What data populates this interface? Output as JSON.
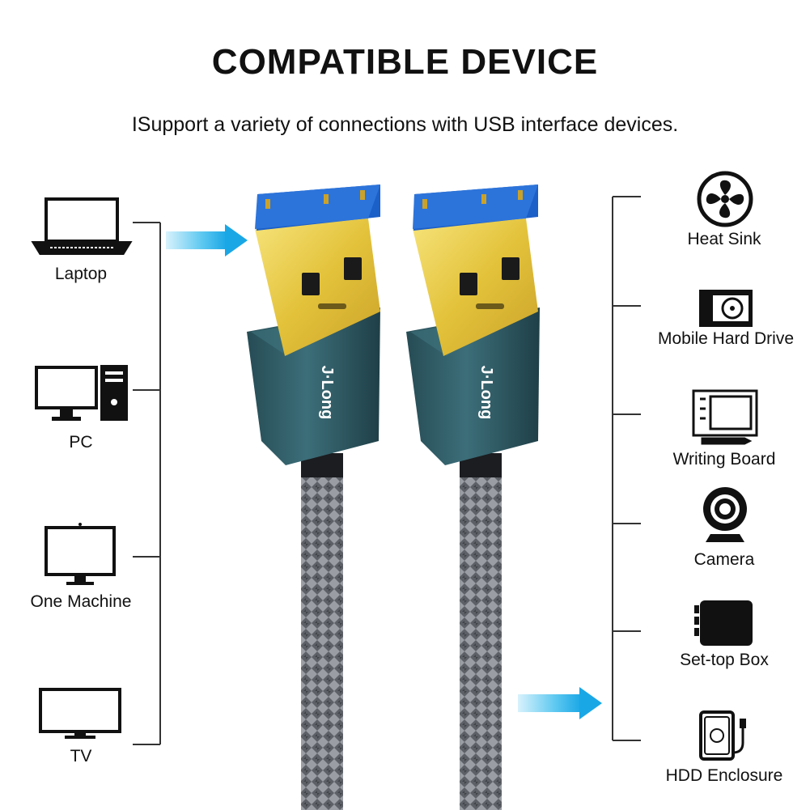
{
  "header": {
    "title": "COMPATIBLE DEVICE",
    "subtitle": "ISupport a variety of connections with USB interface devices."
  },
  "left_devices": [
    {
      "label": "Laptop",
      "icon": "laptop-icon"
    },
    {
      "label": "PC",
      "icon": "pc-icon"
    },
    {
      "label": "One Machine",
      "icon": "all-in-one-icon"
    },
    {
      "label": "TV",
      "icon": "tv-icon"
    }
  ],
  "right_devices": [
    {
      "label": "Heat Sink",
      "icon": "fan-icon"
    },
    {
      "label": "Mobile Hard Drive",
      "icon": "hard-drive-icon"
    },
    {
      "label": "Writing Board",
      "icon": "drawing-tablet-icon"
    },
    {
      "label": "Camera",
      "icon": "webcam-icon"
    },
    {
      "label": "Set-top Box",
      "icon": "set-top-box-icon"
    },
    {
      "label": "HDD Enclosure",
      "icon": "hdd-enclosure-icon"
    }
  ],
  "brand": {
    "logo_text": "J·Long"
  },
  "colors": {
    "arrow": "#2ab0e8",
    "connector_gold": "#e9c93a",
    "usb_blue": "#1b5fc8",
    "housing": "#2f5c66",
    "cable": "#6f7379"
  }
}
